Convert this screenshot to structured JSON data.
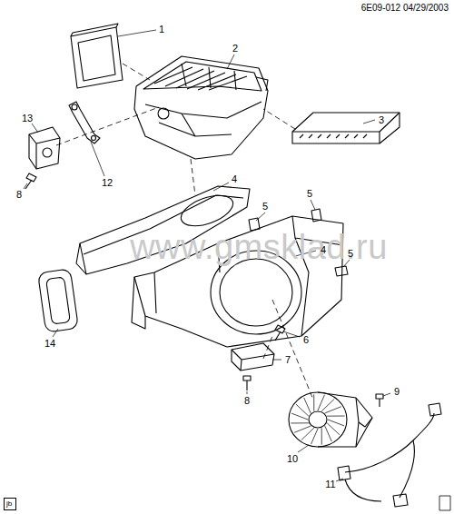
{
  "diagram": {
    "nodes": [
      {
        "text": [
          "jb"
        ]
      }
    ],
    "labels": [
      "6E09-012 04/29/2003",
      "www.gmsklad.ru",
      "1",
      "2",
      "3",
      "13",
      "12",
      "8",
      "4",
      "5",
      "5",
      "4",
      "5",
      "14",
      "6",
      "7",
      "8",
      "9",
      "10",
      "11"
    ]
  }
}
